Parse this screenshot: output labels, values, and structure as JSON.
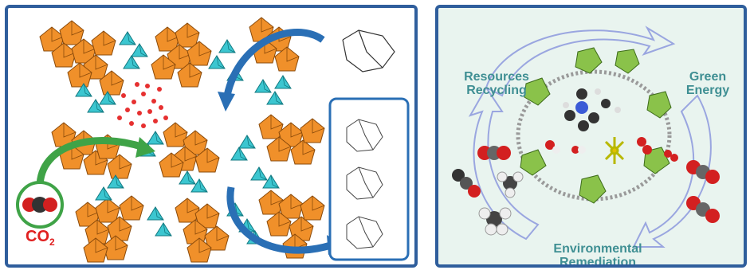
{
  "left_panel": {
    "co2_label": "CO",
    "co2_subscript": "2"
  },
  "right_panel": {
    "labels": [
      "Resources\nRecycling",
      "Green\nEnergy",
      "Environmental\nRemediation"
    ]
  },
  "colors": {
    "frame": "#2f5e9c",
    "orange_polyhedra": "#f0902a",
    "cyan_polyhedra": "#3cc6d0",
    "green_ring": "#3fa347",
    "blue_arrows": "#2a6fb5",
    "label_text": "#3f8f93"
  }
}
